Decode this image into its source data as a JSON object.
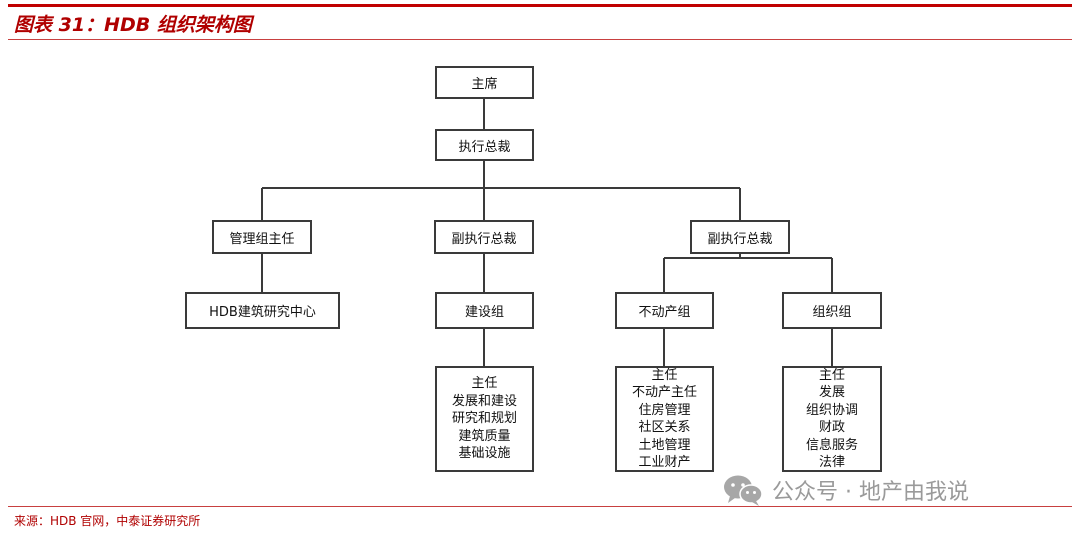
{
  "title": "图表 31：HDB 组织架构图",
  "org": {
    "chairman": "主席",
    "ceo": "执行总裁",
    "mgmt_head": "管理组主任",
    "hdb_centre": "HDB建筑研究中心",
    "dceo_left": "副执行总裁",
    "building_group": "建设组",
    "building_items": [
      "主任",
      "发展和建设",
      "研究和规划",
      "建筑质量",
      "基础设施"
    ],
    "dceo_right": "副执行总裁",
    "estate_group": "不动产组",
    "estate_items": [
      "主任",
      "不动产主任",
      "住房管理",
      "社区关系",
      "土地管理",
      "工业财产"
    ],
    "corporate_group": "组织组",
    "corporate_items": [
      "主任",
      "发展",
      "组织协调",
      "财政",
      "信息服务",
      "法律"
    ]
  },
  "source": "来源：HDB 官网，中泰证券研究所",
  "watermark": "公众号 · 地产由我说"
}
